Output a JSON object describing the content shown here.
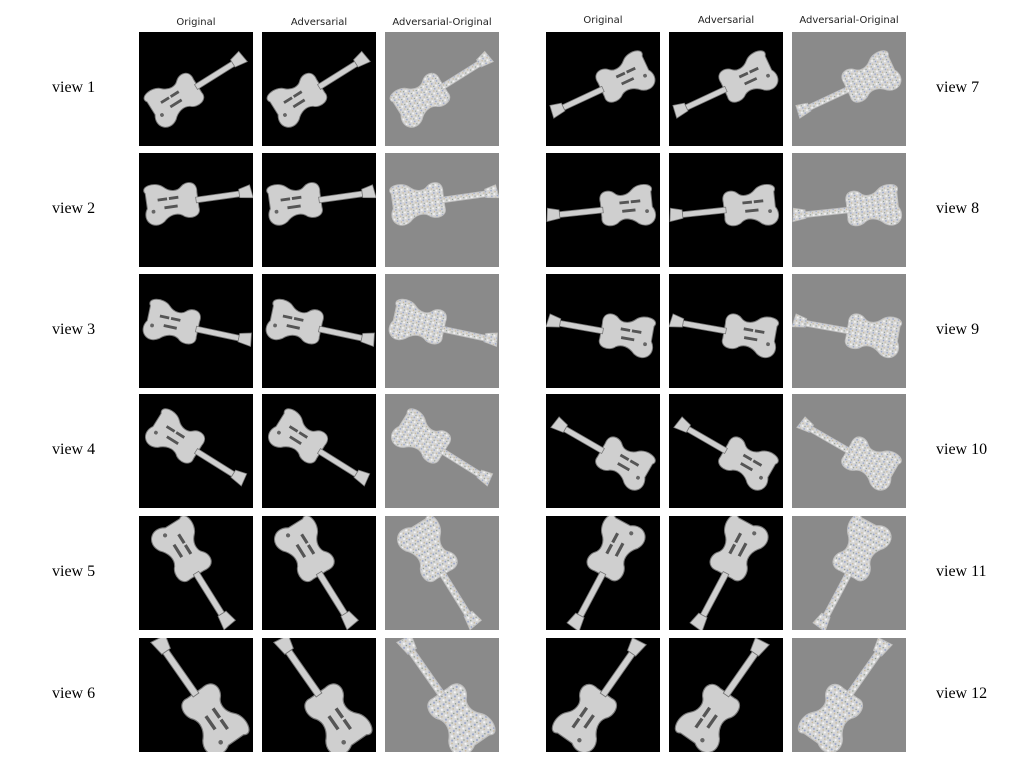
{
  "column_headers": [
    "Original",
    "Adversarial",
    "Adversarial-Original"
  ],
  "views": [
    {
      "label": "view 1",
      "panels": [
        "original",
        "adversarial",
        "adversarial-original"
      ]
    },
    {
      "label": "view 2",
      "panels": [
        "original",
        "adversarial",
        "adversarial-original"
      ]
    },
    {
      "label": "view 3",
      "panels": [
        "original",
        "adversarial",
        "adversarial-original"
      ]
    },
    {
      "label": "view 4",
      "panels": [
        "original",
        "adversarial",
        "adversarial-original"
      ]
    },
    {
      "label": "view 5",
      "panels": [
        "original",
        "adversarial",
        "adversarial-original"
      ]
    },
    {
      "label": "view 6",
      "panels": [
        "original",
        "adversarial",
        "adversarial-original"
      ]
    },
    {
      "label": "view 7",
      "panels": [
        "original",
        "adversarial",
        "adversarial-original"
      ]
    },
    {
      "label": "view 8",
      "panels": [
        "original",
        "adversarial",
        "adversarial-original"
      ]
    },
    {
      "label": "view 9",
      "panels": [
        "original",
        "adversarial",
        "adversarial-original"
      ]
    },
    {
      "label": "view 10",
      "panels": [
        "original",
        "adversarial",
        "adversarial-original"
      ]
    },
    {
      "label": "view 11",
      "panels": [
        "original",
        "adversarial",
        "adversarial-original"
      ]
    },
    {
      "label": "view 12",
      "panels": [
        "original",
        "adversarial",
        "adversarial-original"
      ]
    }
  ],
  "colors": {
    "background": "#ffffff",
    "render_background": "#000000",
    "diff_background": "#8a8a8a",
    "guitar_body": "#cfcfcf",
    "diff_noise": "#e8e8e8"
  }
}
